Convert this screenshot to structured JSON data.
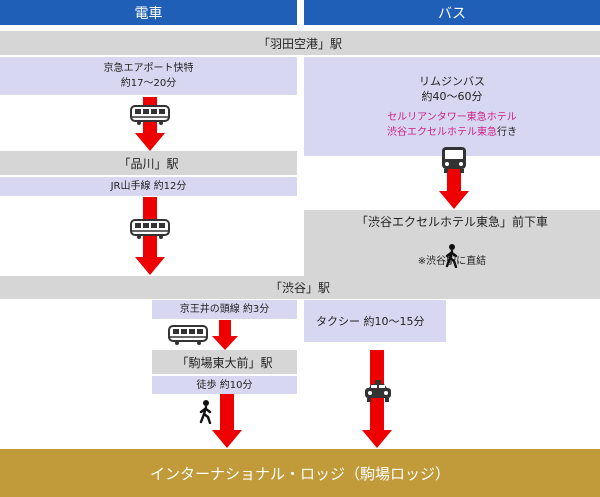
{
  "headers": {
    "train": "電車",
    "bus": "バス"
  },
  "stations": {
    "haneda": "「羽田空港」駅",
    "shinagawa": "「品川」駅",
    "shibuya": "「渋谷」駅",
    "komaba": "「駒場東大前」駅"
  },
  "train_route": {
    "keikyu_line": "京急エアポート快特",
    "keikyu_time": "約17～20分",
    "yamanote": "JR山手線 約12分",
    "inokashira": "京王井の頭線 約3分",
    "walk": "徒歩 約10分"
  },
  "bus_route": {
    "limousine": "リムジンバス",
    "limousine_time": "約40～60分",
    "hotel1": "セルリアンタワー東急ホテル",
    "hotel2": "渋谷エクセルホテル東急",
    "hotel_suffix": "行き",
    "stop": "「渋谷エクセルホテル東急」前下車",
    "stop_note": "※渋谷駅に直結",
    "taxi": "タクシー 約10～15分"
  },
  "destination": "インターナショナル・ロッジ（駒場ロッジ）",
  "colors": {
    "header": "#1f5fb8",
    "arrow": "#ee0000",
    "station_bg": "#d6d6d6",
    "segment_bg": "#d7d7f1",
    "footer_bg": "#c19a3a",
    "hotel_text": "#cc2288"
  },
  "icons": [
    "train-icon",
    "bus-icon",
    "walker-icon",
    "taxi-icon"
  ]
}
